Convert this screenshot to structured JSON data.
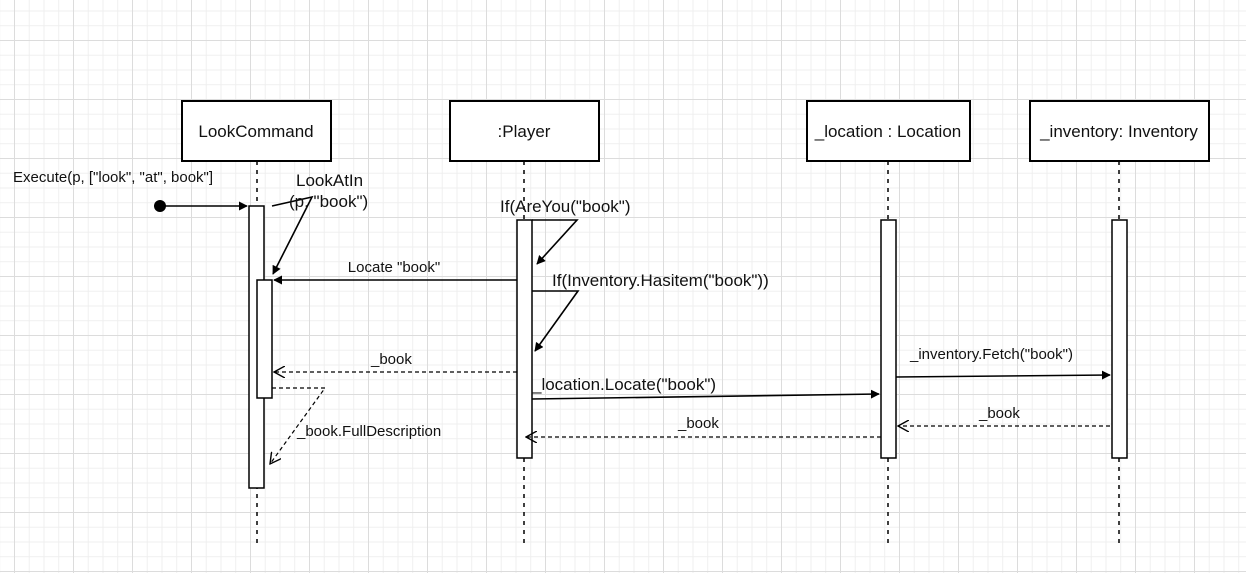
{
  "participants": [
    {
      "id": "look-command",
      "label": "LookCommand"
    },
    {
      "id": "player",
      "label": ":Player"
    },
    {
      "id": "location",
      "label": "_location : Location"
    },
    {
      "id": "inventory",
      "label": "_inventory: Inventory"
    }
  ],
  "messages": {
    "execute": "Execute(p, [\"look\", \"at\", book\"]",
    "look_at_in_1": "LookAtIn",
    "look_at_in_2": "(p, \"book\")",
    "if_are_you": "If(AreYou(\"book\")",
    "locate_book": "Locate \"book\"",
    "if_inventory_has_item": "If(Inventory.Hasitem(\"book\"))",
    "return_book_player": "_book",
    "full_description": "_book.FullDescription",
    "location_locate": "_location.Locate(\"book\")",
    "inventory_fetch": "_inventory.Fetch(\"book\")",
    "return_book_inventory": "_book",
    "return_book_location": "_book"
  }
}
